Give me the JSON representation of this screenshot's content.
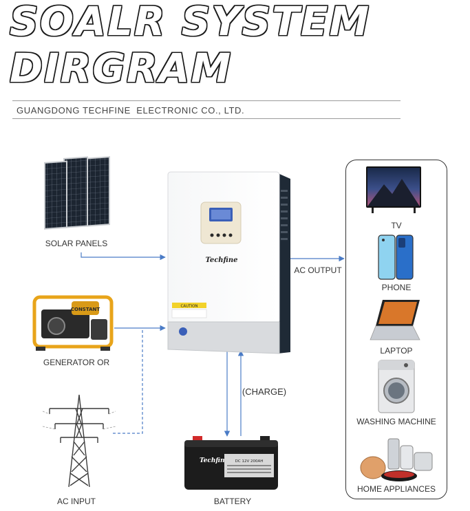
{
  "title": {
    "line1": "SOALR SYSTEM",
    "line2": "DIRGRAM"
  },
  "company": "GUANGDONG TECHFINE  ELECTRONIC CO., LTD.",
  "sources": {
    "solar_panels": "SOLAR PANELS",
    "generator": "GENERATOR OR",
    "ac_input": "AC INPUT"
  },
  "inverter": {
    "brand": "Techfine",
    "caution": "CAUTION"
  },
  "battery": {
    "label": "BATTERY",
    "brand": "Techfine",
    "spec": "DC 12V 200AH"
  },
  "flows": {
    "ac_output": "AC OUTPUT",
    "charge": "(CHARGE)"
  },
  "generator_brand": "CONSTANT",
  "devices": [
    "TV",
    "PHONE",
    "LAPTOP",
    "WASHING MACHINE",
    "HOME APPLIANCES"
  ],
  "colors": {
    "wire": "#4a7bc6",
    "frame": "#333333",
    "inverter_side": "#1f2a36"
  }
}
